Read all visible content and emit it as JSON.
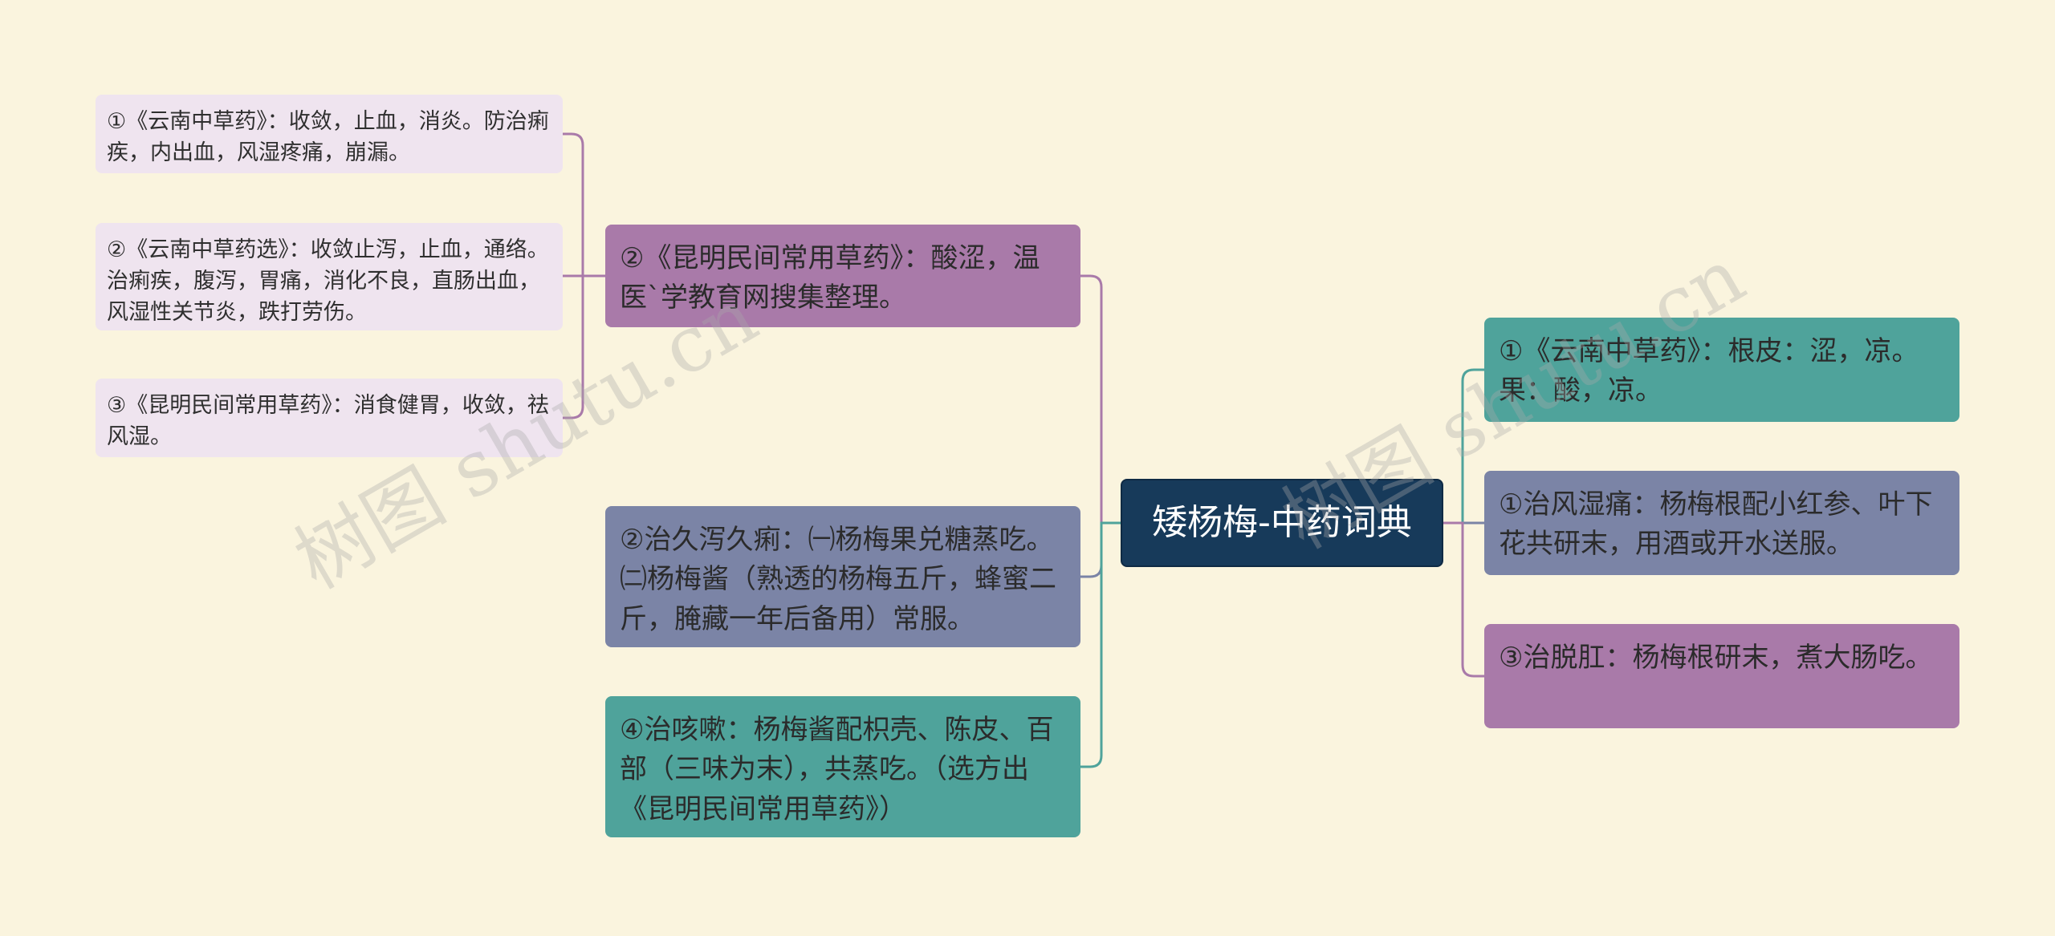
{
  "colors": {
    "background": "#faf4de",
    "root": "#173a5a",
    "purple": "#a97aa9",
    "slate": "#7b84a6",
    "teal": "#4fa39b",
    "leaf": "#efe4ef"
  },
  "root": {
    "label": "矮杨梅-中药词典"
  },
  "left": [
    {
      "text": "②《昆明民间常用草药》：酸涩，温医`学教育网搜集整理。",
      "color": "purple",
      "children": [
        {
          "text": "①《云南中草药》：收敛，止血，消炎。防治痢疾，内出血，风湿疼痛，崩漏。"
        },
        {
          "text": "②《云南中草药选》：收敛止泻，止血，通络。治痢疾，腹泻，胃痛，消化不良，直肠出血，风湿性关节炎，跌打劳伤。"
        },
        {
          "text": "③《昆明民间常用草药》：消食健胃，收敛，祛风湿。"
        }
      ]
    },
    {
      "text": "②治久泻久痢：㈠杨梅果兑糖蒸吃。㈡杨梅酱（熟透的杨梅五斤，蜂蜜二斤，腌藏一年后备用）常服。",
      "color": "slate"
    },
    {
      "text": "④治咳嗽：杨梅酱配枳壳、陈皮、百部（三味为末），共蒸吃。（选方出《昆明民间常用草药》）",
      "color": "teal"
    }
  ],
  "right": [
    {
      "text": "①《云南中草药》：根皮：涩，凉。果：酸，凉。",
      "color": "teal"
    },
    {
      "text": "①治风湿痛：杨梅根配小红参、叶下花共研末，用酒或开水送服。",
      "color": "slate"
    },
    {
      "text": "③治脱肛：杨梅根研末，煮大肠吃。",
      "color": "purple"
    }
  ],
  "watermarks": [
    "树图 shutu.cn",
    "树图 shutu.cn"
  ]
}
